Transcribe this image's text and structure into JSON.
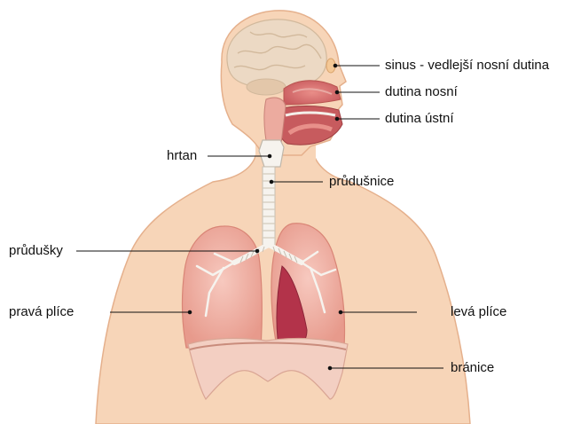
{
  "labels": {
    "sinus": "sinus - vedlejší nosní dutina",
    "nasal_cavity": "dutina nosní",
    "oral_cavity": "dutina ústní",
    "larynx": "hrtan",
    "trachea": "průdušnice",
    "bronchi": "průdušky",
    "right_lung": "pravá plíce",
    "left_lung": "levá plíce",
    "diaphragm": "bránice"
  },
  "colors": {
    "skin": "#f7d5b8",
    "skin_outline": "#e5b08c",
    "brain": "#ecd9c4",
    "lung": "#f0b1a5",
    "lung_dark": "#e38e80",
    "heart": "#b3334a",
    "trachea": "#f6f3ee",
    "diaphragm": "#f3cfc2",
    "pointer": "#111111"
  }
}
